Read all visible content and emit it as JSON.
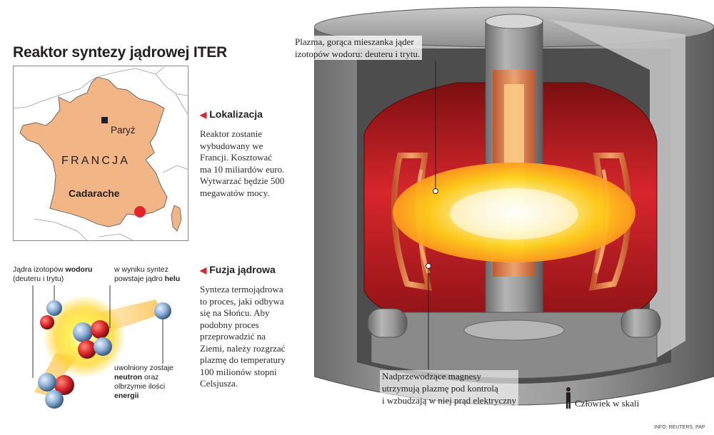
{
  "title": "Reaktor syntezy jądrowej ITER",
  "map": {
    "country": "FRANCJA",
    "city_capital": "Paryż",
    "city_site": "Cadarache",
    "colors": {
      "land": "#f2b586",
      "site_dot": "#e3252b"
    }
  },
  "location": {
    "heading": "Lokalizacja",
    "lines": [
      "Reaktor zostanie",
      "wybudowany we",
      "Francji. Kosztować",
      "ma 10 miliardów euro.",
      "Wytwarzać będzie 500",
      "megawatów mocy."
    ]
  },
  "fusion": {
    "heading": "Fuzja jądrowa",
    "lines": [
      "Synteza termojądrowa",
      "to proces, jaki odbywa",
      "się na Słońcu. Aby",
      "podobny proces",
      "przeprowadzić na",
      "Ziemi, należy rozgrzać",
      "plazmę do temperatury",
      "100 milionów stopni",
      "Celsjusza."
    ]
  },
  "fusion_diagram": {
    "label_isotopes_1": "Jądra izotopów ",
    "label_isotopes_bold": "wodoru",
    "label_isotopes_2": "(deuteru i trytu)",
    "label_helium_1": "w wyniku syntez",
    "label_helium_2a": "powstaje jądro ",
    "label_helium_bold": "helu",
    "label_neutron_1": "uwolniony zostaje",
    "label_neutron_bold": "neutron",
    "label_neutron_2": " oraz",
    "label_neutron_3": "olbrzymie ilości",
    "label_neutron_bold2": "energii"
  },
  "reactor": {
    "plasma_label": [
      "Plazma, gorąca mieszanka jąder",
      "izotopów wodoru: deuteru i trytu."
    ],
    "magnets_label": [
      "Nadprzewodzące magnesy",
      "utrzymują plazmę pod kontrolą",
      "i wzbudzają w niej prąd elektryczny"
    ],
    "scale_label": "Człowiek w skali"
  },
  "credit": "INFO: REUTERS, PAP",
  "colors": {
    "accent": "#d7262c"
  }
}
